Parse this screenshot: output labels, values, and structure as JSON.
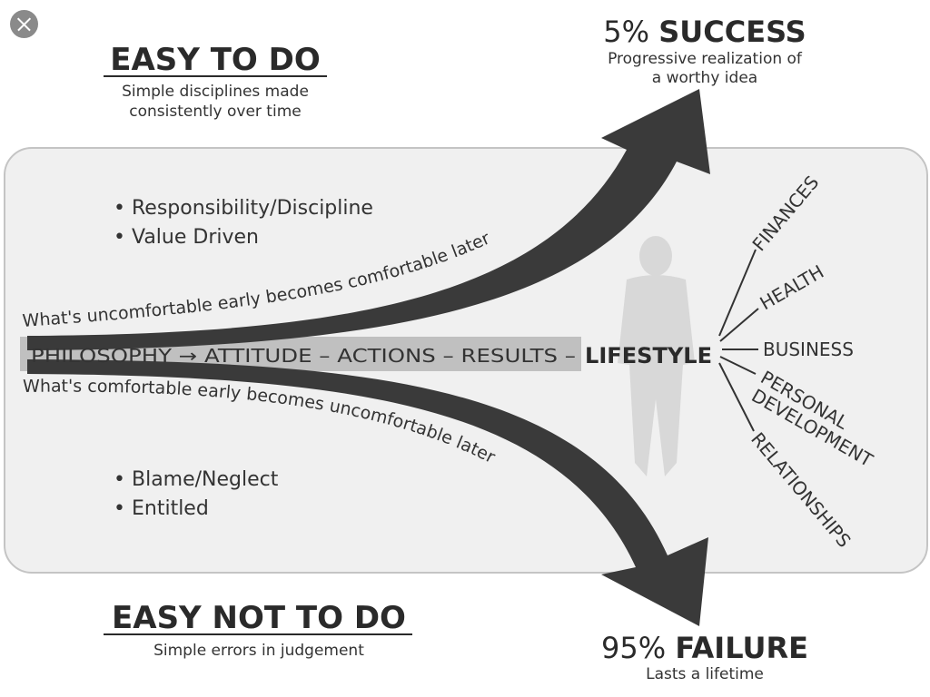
{
  "close_button": {
    "icon": "close-icon"
  },
  "top_left": {
    "title": "EASY TO DO",
    "subtitle_line1": "Simple disciplines made",
    "subtitle_line2": "consistently over time"
  },
  "bottom_left": {
    "title": "EASY NOT TO DO",
    "subtitle": "Simple errors in judgement"
  },
  "success": {
    "percent": "5%",
    "label": "SUCCESS",
    "line1": "Progressive realization of",
    "line2": "a worthy idea"
  },
  "failure": {
    "percent": "95%",
    "label": "FAILURE",
    "line1": "Lasts a lifetime"
  },
  "upper_bullets": [
    "Responsibility/Discipline",
    "Value Driven"
  ],
  "lower_bullets": [
    "Blame/Neglect",
    "Entitled"
  ],
  "upper_path_text": "What's uncomfortable early becomes comfortable later",
  "lower_path_text": "What's comfortable early becomes uncomfortable later",
  "flow": {
    "text": "PHILOSOPHY → ATTITUDE – ACTIONS – RESULTS –",
    "end": "LIFESTYLE"
  },
  "lifestyle_areas": [
    "FINANCES",
    "HEALTH",
    "BUSINESS",
    "PERSONAL",
    "DEVELOPMENT",
    "RELATIONSHIPS"
  ],
  "colors": {
    "arrow": "#3a3a3a",
    "panel": "#f0f0f0",
    "band": "#c0c0c0"
  }
}
